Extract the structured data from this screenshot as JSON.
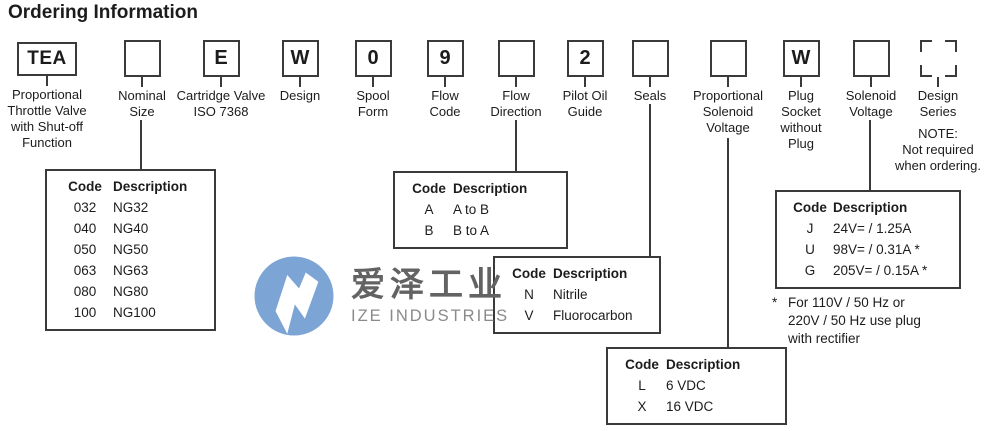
{
  "title": "Ordering Information",
  "fields": [
    {
      "code": "TEA",
      "label": "Proportional\nThrottle Valve\nwith Shut-off\nFunction"
    },
    {
      "code": "",
      "label": "Nominal\nSize"
    },
    {
      "code": "E",
      "label": "Cartridge Valve\nISO 7368"
    },
    {
      "code": "W",
      "label": "Design"
    },
    {
      "code": "0",
      "label": "Spool\nForm"
    },
    {
      "code": "9",
      "label": "Flow\nCode"
    },
    {
      "code": "",
      "label": "Flow\nDirection"
    },
    {
      "code": "2",
      "label": "Pilot Oil\nGuide"
    },
    {
      "code": "",
      "label": "Seals"
    },
    {
      "code": "",
      "label": "Proportional\nSolenoid\nVoltage"
    },
    {
      "code": "W",
      "label": "Plug\nSocket\nwithout\nPlug"
    },
    {
      "code": "",
      "label": "Solenoid\nVoltage"
    },
    {
      "code": "",
      "label": "Design\nSeries",
      "note": "NOTE:\nNot required\nwhen ordering."
    }
  ],
  "tables": {
    "nominal_size": {
      "headers": [
        "Code",
        "Description"
      ],
      "rows": [
        [
          "032",
          "NG32"
        ],
        [
          "040",
          "NG40"
        ],
        [
          "050",
          "NG50"
        ],
        [
          "063",
          "NG63"
        ],
        [
          "080",
          "NG80"
        ],
        [
          "100",
          "NG100"
        ]
      ]
    },
    "flow_direction": {
      "headers": [
        "Code",
        "Description"
      ],
      "rows": [
        [
          "A",
          "A to B"
        ],
        [
          "B",
          "B to A"
        ]
      ]
    },
    "seals": {
      "headers": [
        "Code",
        "Description"
      ],
      "rows": [
        [
          "N",
          "Nitrile"
        ],
        [
          "V",
          "Fluorocarbon"
        ]
      ]
    },
    "prop_solenoid_voltage": {
      "headers": [
        "Code",
        "Description"
      ],
      "rows": [
        [
          "L",
          "6 VDC"
        ],
        [
          "X",
          "16 VDC"
        ]
      ]
    },
    "solenoid_voltage": {
      "headers": [
        "Code",
        "Description"
      ],
      "rows": [
        [
          "J",
          "24V= / 1.25A"
        ],
        [
          "U",
          "98V= / 0.31A *"
        ],
        [
          "G",
          "205V= / 0.15A *"
        ]
      ]
    }
  },
  "footnote": {
    "marker": "*",
    "text": "For 110V / 50 Hz or\n220V / 50 Hz use plug\nwith rectifier"
  },
  "watermark": {
    "cn_text": "爱泽工业",
    "en_text": "IZE INDUSTRIES",
    "logo_color": "#7ca5d5"
  },
  "colors": {
    "line": "#3a3a3a",
    "text": "#1c1c1c"
  }
}
